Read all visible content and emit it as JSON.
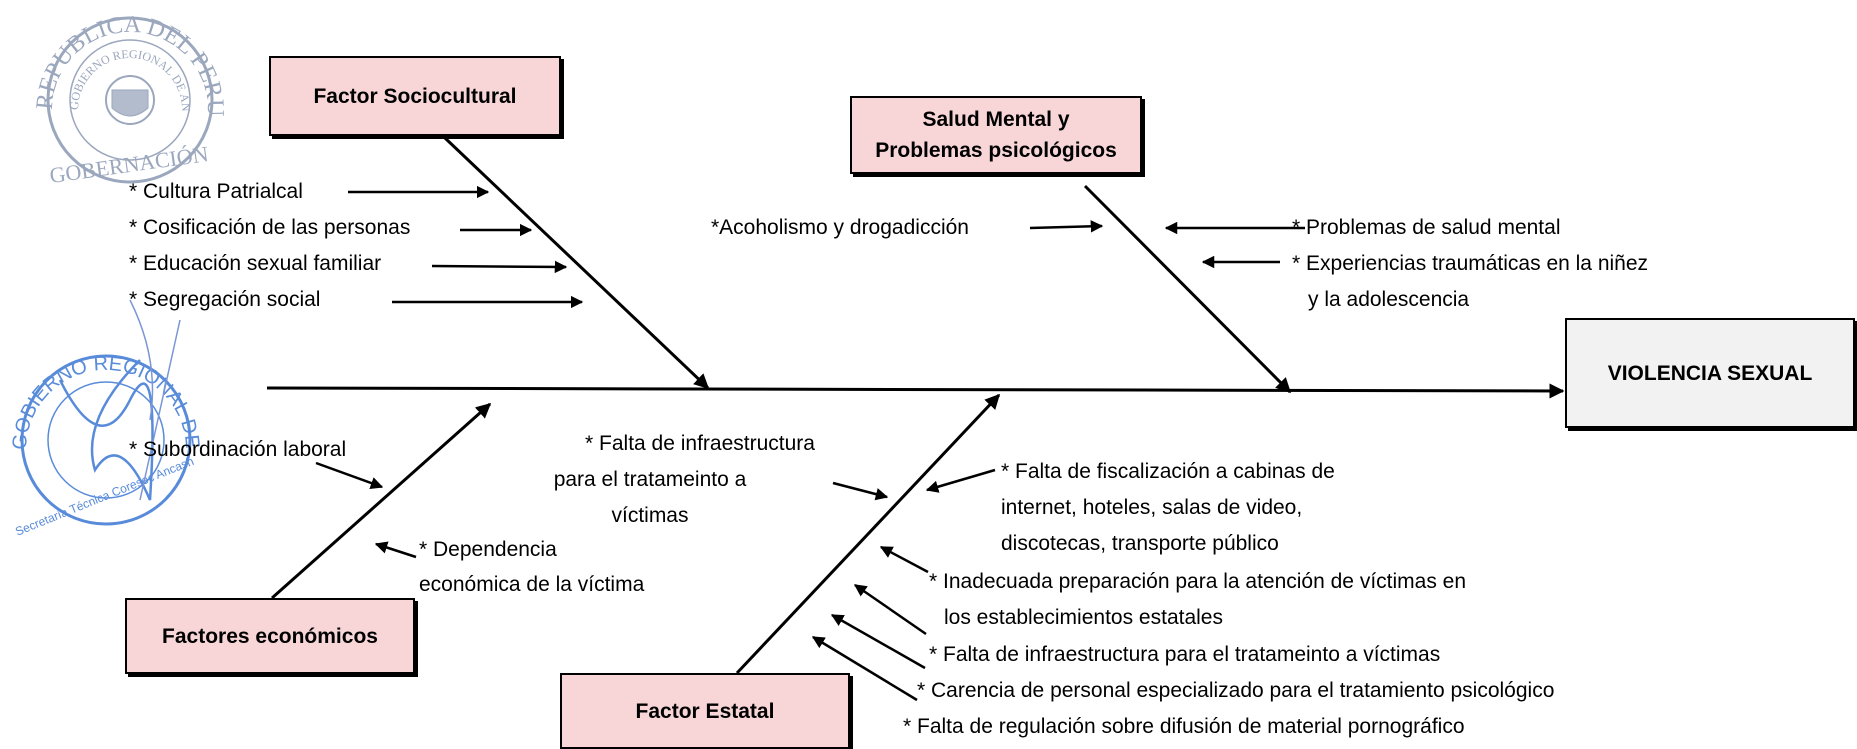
{
  "effect": "VIOLENCIA SEXUAL",
  "categories": {
    "sociocultural": "Factor Sociocultural",
    "salud_mental": [
      "Salud Mental y",
      "Problemas psicológicos"
    ],
    "economicos": "Factores económicos",
    "estatal": "Factor Estatal"
  },
  "causes": {
    "sociocultural": [
      "* Cultura Patrialcal",
      "* Cosificación de las personas",
      "* Educación sexual familiar",
      "* Segregación social"
    ],
    "salud_mental": {
      "left": "*Acoholismo y drogadicción",
      "right": [
        "* Problemas de salud mental",
        "* Experiencias traumáticas en la niñez",
        "y la adolescencia"
      ]
    },
    "economicos": {
      "subordinacion": "* Subordinación laboral",
      "dependencia": [
        "* Dependencia",
        "económica de la víctima"
      ]
    },
    "estatal": {
      "left": [
        "* Falta de infraestructura",
        "para el tratameinto a",
        "víctimas"
      ],
      "right": [
        "* Falta de fiscalización a cabinas de",
        "internet, hoteles, salas de video,",
        "discotecas, transporte público",
        "* Inadecuada preparación para la atención de víctimas en",
        "los establecimientos estatales",
        "* Falta de infraestructura para el tratameinto a víctimas",
        "* Carencia de personal especializado para el tratamiento psicológico",
        "* Falta de regulación sobre difusión de material pornográfico"
      ]
    }
  },
  "stamps": {
    "top": {
      "outer": "REPUBLICA DEL PERU",
      "inner": "GOBIERNO REGIONAL DE ANCASH",
      "bottom": "GOBERNACIÓN"
    },
    "bottom": {
      "outer": "GOBIERNO REGIONAL DE ANCASH",
      "inner": "Secretaría Técnica Coresec Ancash"
    }
  },
  "colors": {
    "category_box": "#f8d6d8",
    "effect_box": "#f2f2f2",
    "line": "#000000",
    "stamp": "#7a8aa8",
    "stamp_blue": "#2f6fd0"
  }
}
